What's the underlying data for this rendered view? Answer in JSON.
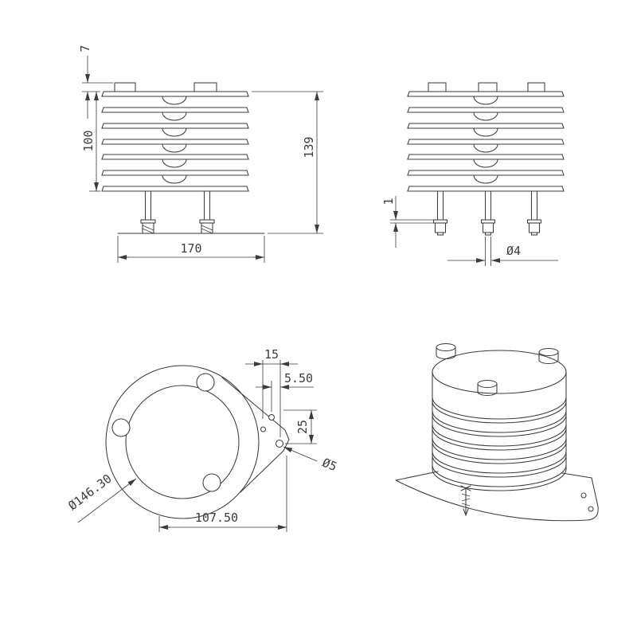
{
  "colors": {
    "background": "#ffffff",
    "line": "#3c3c3c",
    "text": "#3c3c3c"
  },
  "drawing": {
    "front": {
      "dims": {
        "cap_height": "7",
        "shield_height": "100",
        "overall_height": "139",
        "base_width": "170"
      }
    },
    "side": {
      "dims": {
        "washer_thickness": "1",
        "bolt_diameter": "Ø4"
      }
    },
    "top": {
      "dims": {
        "tip_to_hole": "15",
        "hole_offset": "5.50",
        "hole_spacing": "25",
        "hole_diameter": "Ø5",
        "shield_diameter": "Ø146.30",
        "bracket_reach": "107.50"
      }
    }
  }
}
